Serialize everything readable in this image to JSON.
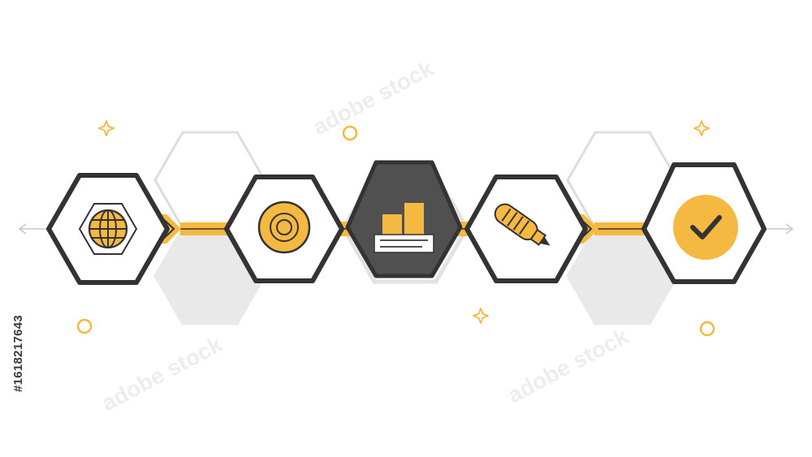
{
  "colors": {
    "accent": "#F5B841",
    "outline": "#333333",
    "dark_fill": "#505050",
    "ghost_outline": "#DDDDDD",
    "ghost_fill": "#E9E9E9",
    "background": "#FFFFFF"
  },
  "steps": [
    {
      "icon": "globe-icon",
      "style": "outline"
    },
    {
      "icon": "target-icon",
      "style": "outline"
    },
    {
      "icon": "bar-chart-icon",
      "style": "dark"
    },
    {
      "icon": "marker-pen-icon",
      "style": "outline"
    },
    {
      "icon": "checkmark-icon",
      "style": "outline"
    }
  ],
  "connectors": [
    "chevron-arrow",
    "plain-bar",
    "plain-bar",
    "chevron-arrow"
  ],
  "decorations": [
    "sparkle-icon",
    "ring-icon"
  ],
  "watermark": {
    "text": "adobe stock",
    "visible": true
  },
  "stock_id": "#1618217643"
}
